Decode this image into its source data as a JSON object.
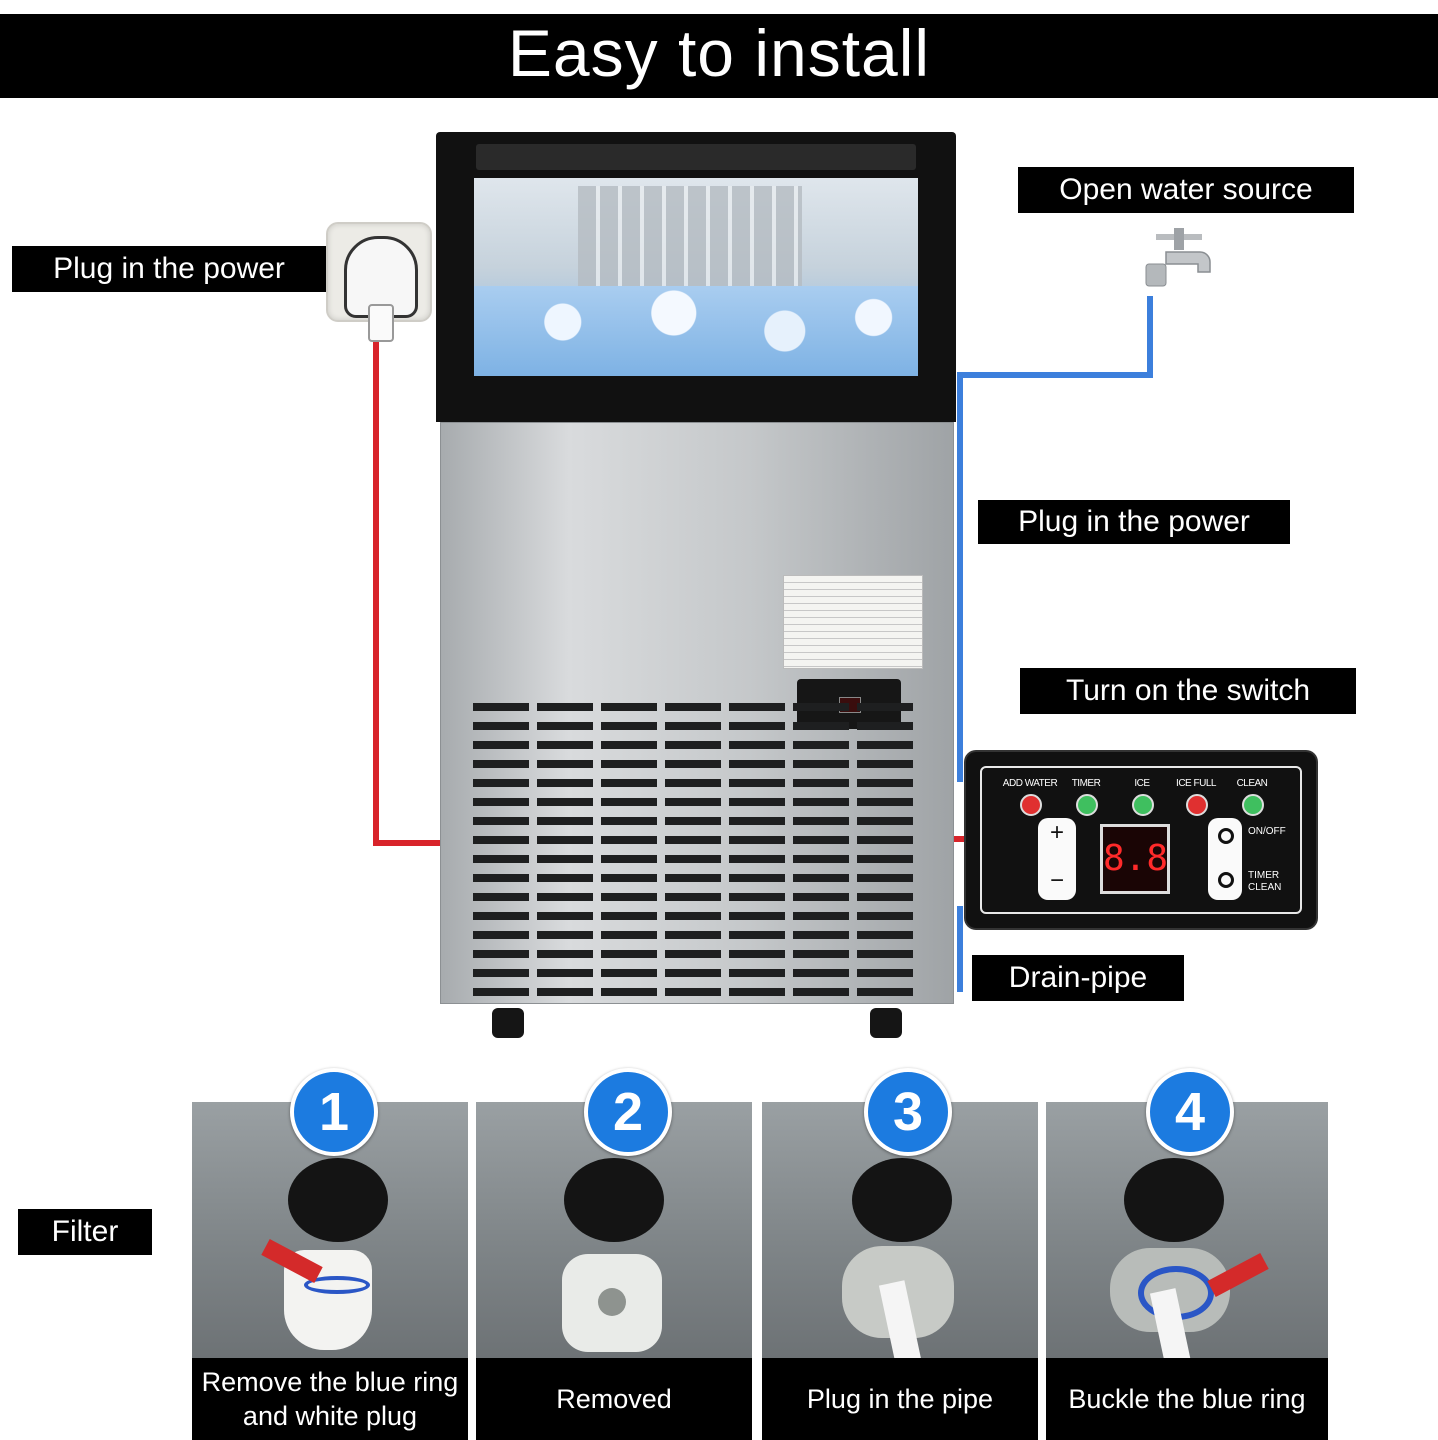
{
  "title": "Easy to install",
  "labels": {
    "plug_left": "Plug in the power",
    "water": "Open water source",
    "plug_right": "Plug in the power",
    "switch": "Turn on the switch",
    "drain": "Drain-pipe",
    "filter": "Filter"
  },
  "control_panel": {
    "indicators": [
      "ADD WATER",
      "TIMER",
      "ICE",
      "ICE FULL",
      "CLEAN"
    ],
    "indicator_colors": [
      "#e03030",
      "#3fbf5f",
      "#3fbf5f",
      "#e03030",
      "#3fbf5f"
    ],
    "display": "8.8",
    "plus": "+",
    "minus": "−",
    "on_off": "ON/OFF",
    "timer": "TIMER",
    "clean": "CLEAN"
  },
  "steps": [
    {
      "number": "1",
      "caption_line1": "Remove the blue ring",
      "caption_line2": "and white plug"
    },
    {
      "number": "2",
      "caption_line1": "Removed",
      "caption_line2": ""
    },
    {
      "number": "3",
      "caption_line1": "Plug in the pipe",
      "caption_line2": ""
    },
    {
      "number": "4",
      "caption_line1": "Buckle the blue ring",
      "caption_line2": ""
    }
  ],
  "colors": {
    "power_wire": "#d8232a",
    "water_pipe": "#3c7fdc",
    "badge": "#1c7be0"
  }
}
